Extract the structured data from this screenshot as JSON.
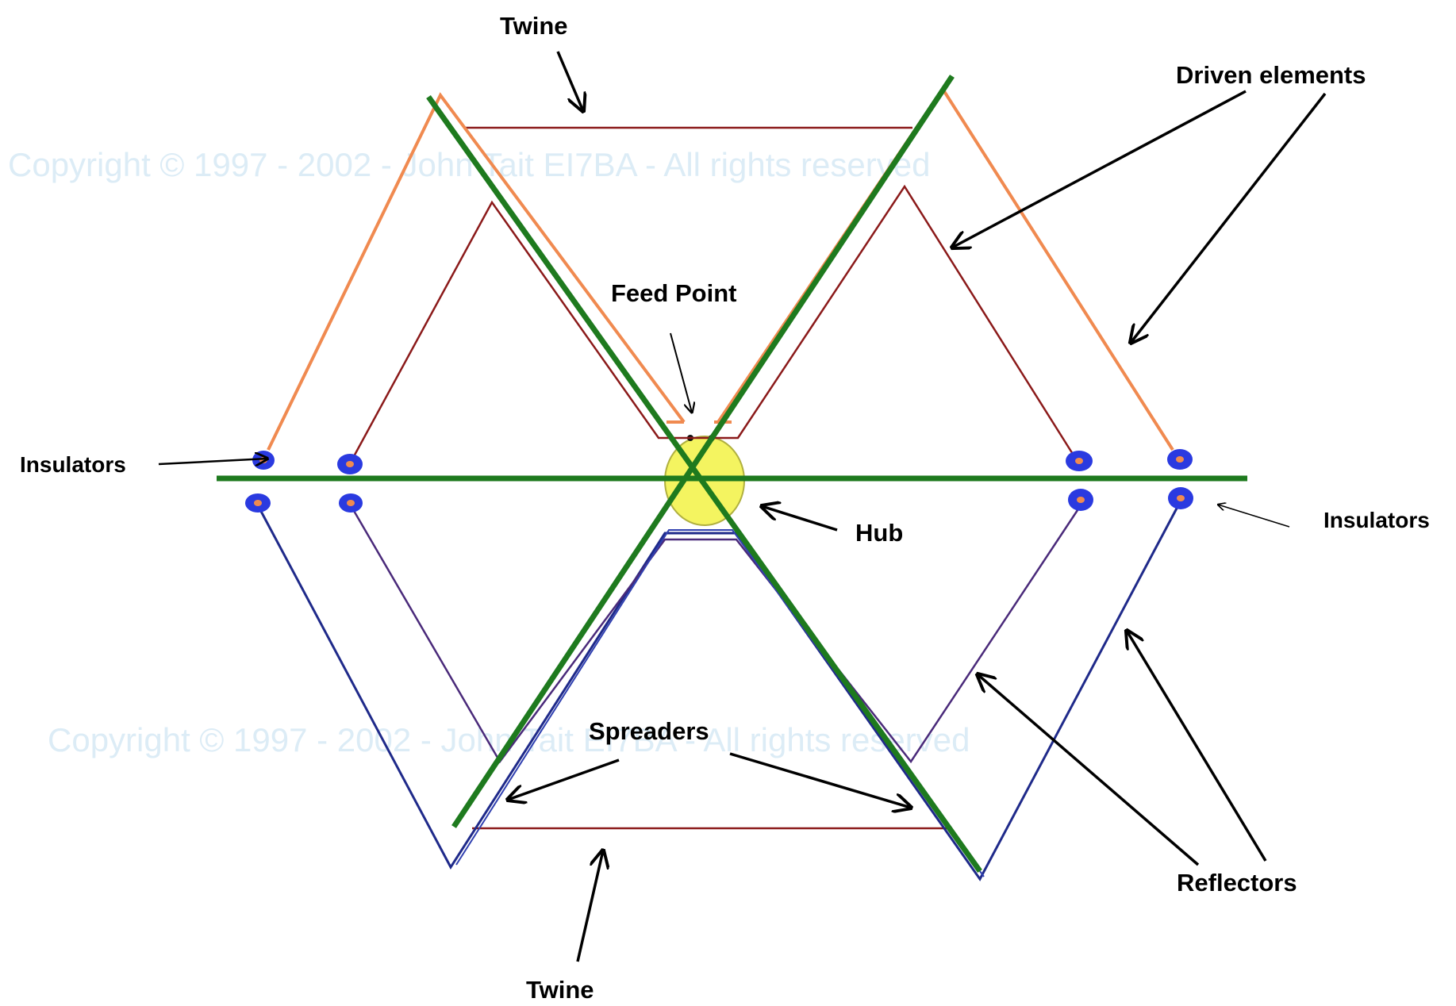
{
  "labels": {
    "twine_top": "Twine",
    "twine_bottom": "Twine",
    "driven_elements": "Driven elements",
    "feed_point": "Feed Point",
    "insulators_left": "Insulators",
    "insulators_right": "Insulators",
    "hub": "Hub",
    "spreaders": "Spreaders",
    "reflectors": "Reflectors"
  },
  "watermark": {
    "line1": "Copyright © 1997 - 2002   -    John Tait  EI7BA   -   All rights reserved",
    "line2": "Copyright © 1997 - 2002   -    John Tait  EI7BA   -   All rights reserved"
  },
  "colors": {
    "spreader": "#1e7a1e",
    "driven": "#f08a50",
    "twine": "#8b1a1a",
    "reflector": "#1f2a8a",
    "insulator": "#2a3ae0",
    "insulator_core": "#f08a50",
    "hub": "#f4f460",
    "arrow": "#000000"
  }
}
